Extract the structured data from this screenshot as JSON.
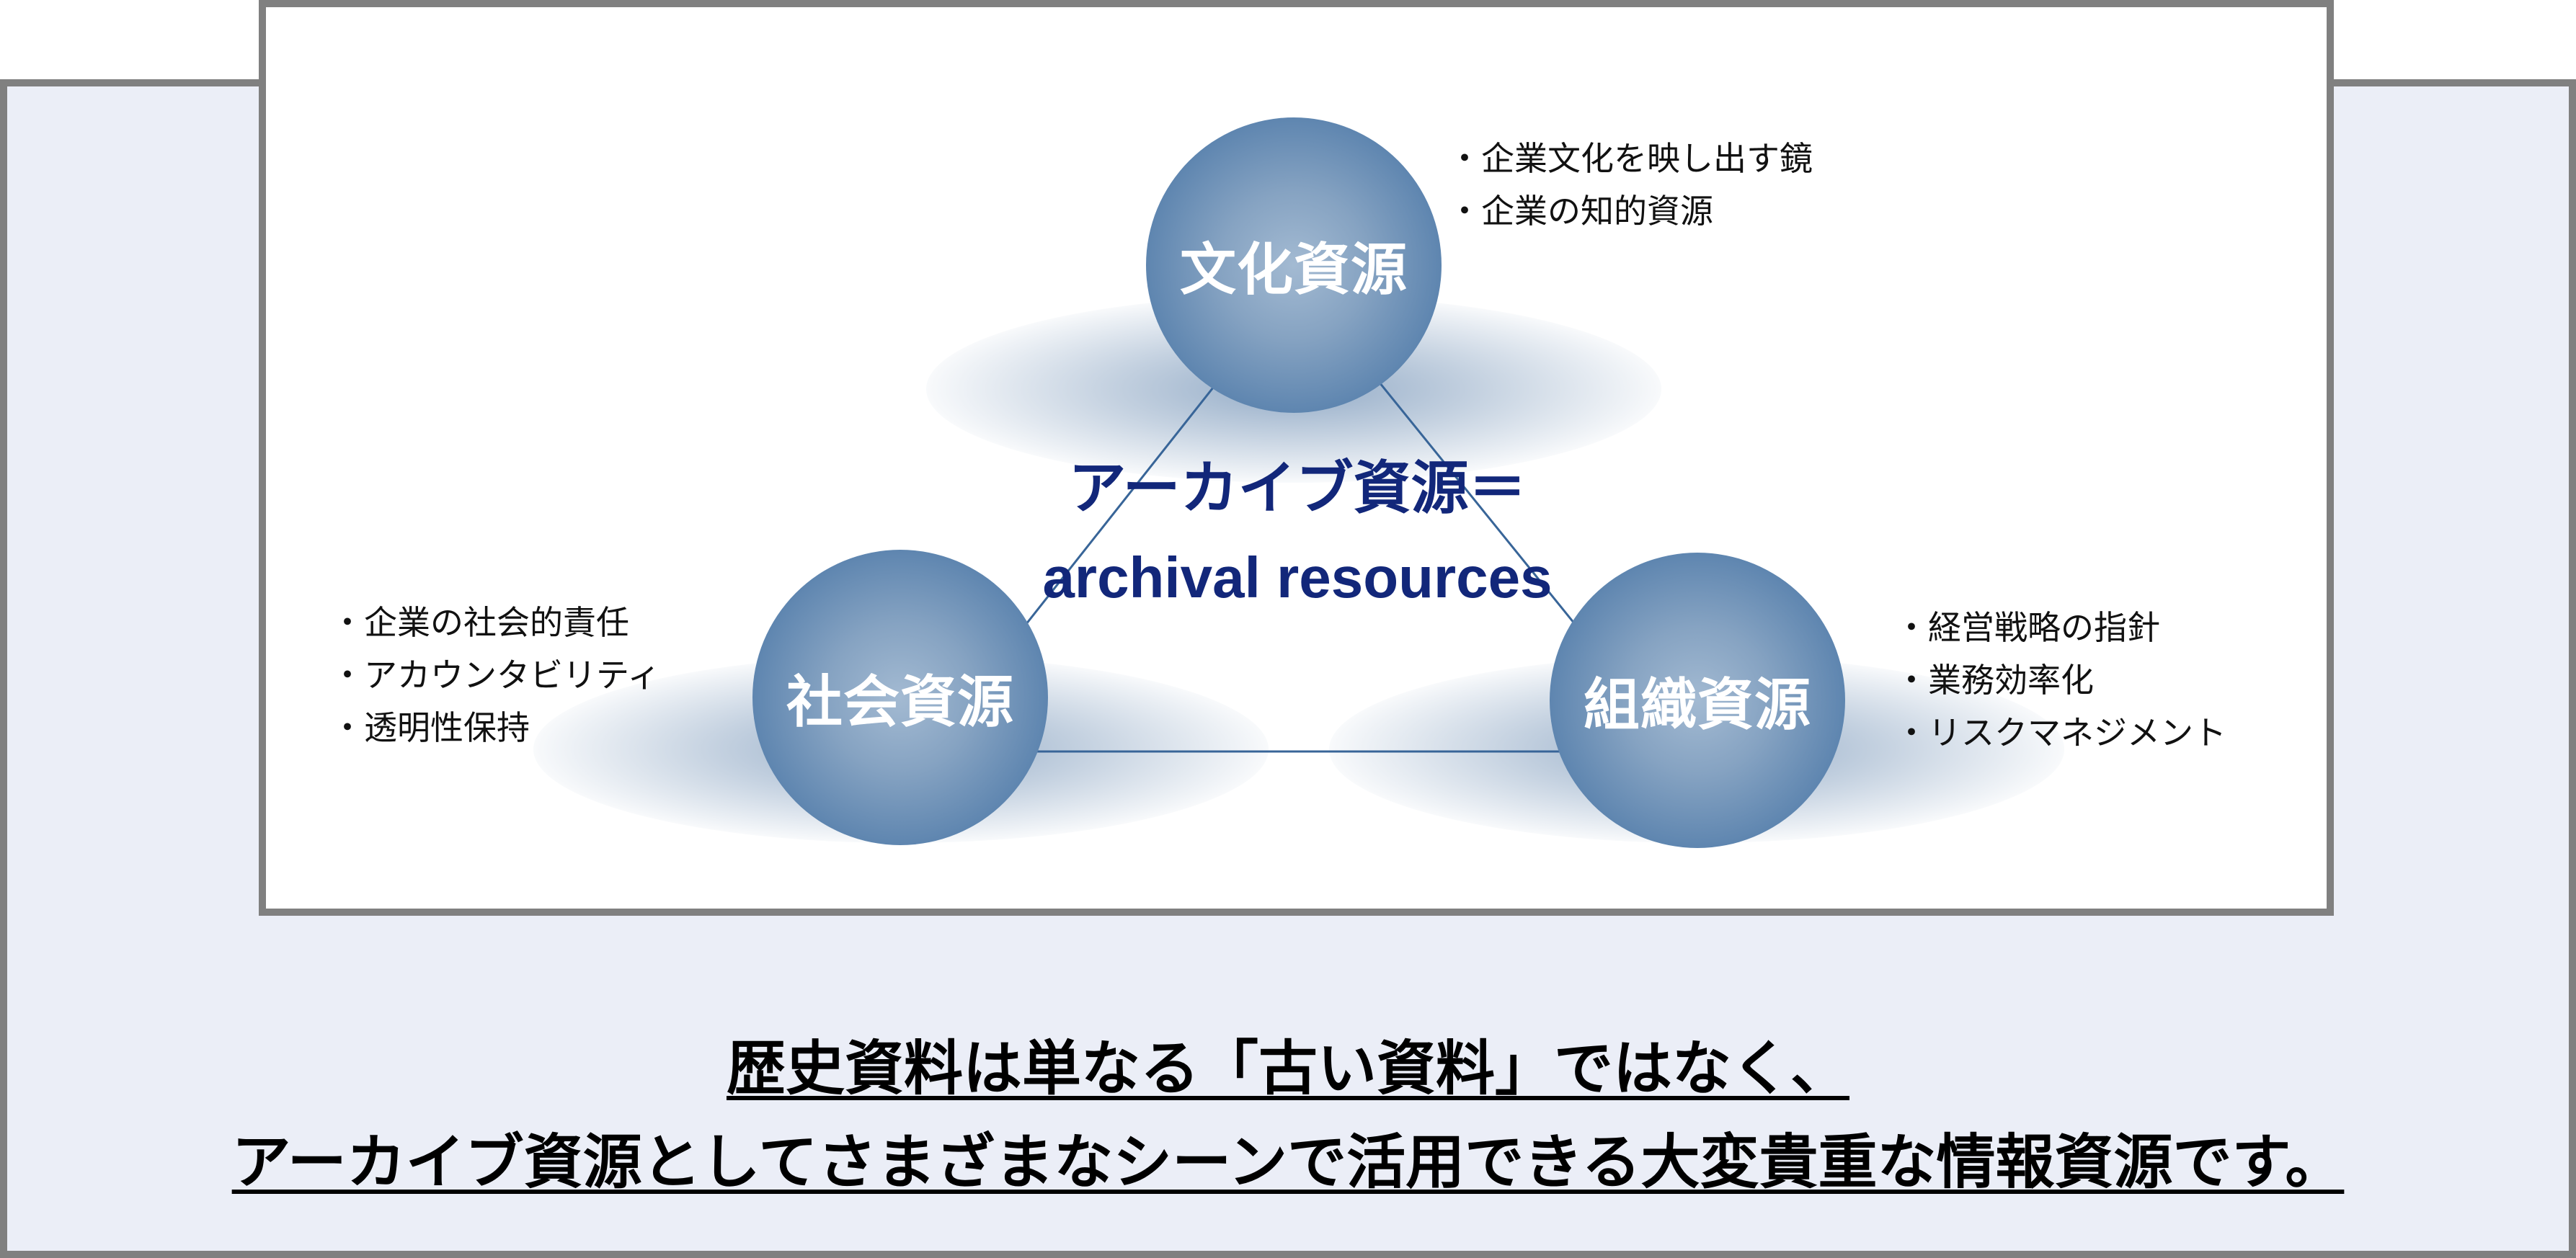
{
  "diagram": {
    "center_title": {
      "line1": "アーカイブ資源＝",
      "line2": "archival resources"
    },
    "nodes": [
      {
        "id": "culture",
        "label": "文化資源",
        "bullets": [
          "企業文化を映し出す鏡",
          "企業の知的資源"
        ]
      },
      {
        "id": "social",
        "label": "社会資源",
        "bullets": [
          "企業の社会的責任",
          "アカウンタビリティ",
          "透明性保持"
        ]
      },
      {
        "id": "organization",
        "label": "組織資源",
        "bullets": [
          "経営戦略の指針",
          "業務効率化",
          "リスクマネジメント"
        ]
      }
    ]
  },
  "headline": {
    "line1": "歴史資料は単なる「古い資料」ではなく、",
    "line2": "アーカイブ資源としてさまざまなシーンで活用できる大変貴重な情報資源です。"
  },
  "colors": {
    "frame_border": "#808080",
    "outer_fill": "#EBEEF7",
    "node_edge": "#386598",
    "node_center": "#A3BAD2",
    "title_text": "#12277A",
    "triangle_line": "#386598"
  }
}
